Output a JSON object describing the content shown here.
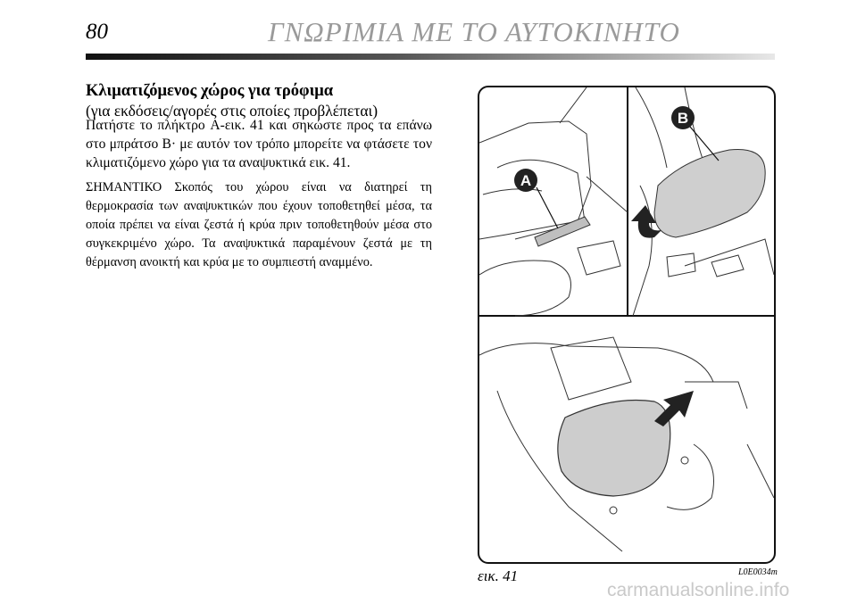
{
  "header": {
    "page_number": "80",
    "chapter_title": "ΓΝΩΡΙΜΙΑ ΜΕ ΤΟ ΑΥΤΟΚΙΝΗΤΟ"
  },
  "section": {
    "title": "Κλιματιζόμενος χώρος για τρόφιμα",
    "subtitle": "(για εκδόσεις/αγορές στις οποίες προβλέπεται)",
    "paragraph_1": "Πατήστε το πλήκτρο A-εικ. 41 και σηκώστε προς τα επάνω στο μπράτσο B· με αυτόν τον τρόπο μπορείτε να φτάσετε τον κλιματιζόμενο χώρο για τα αναψυκτικά εικ. 41.",
    "note_label": "ΣΗΜΑΝΤΙΚΟ",
    "note_text": "Σκοπός του χώρου είναι να διατηρεί τη θερμοκρασία των αναψυκτικών που έχουν τοποθετηθεί μέσα, τα οποία πρέπει να είναι ζεστά ή κρύα πριν τοποθετηθούν μέσα στο συγκεκριμένο χώρο. Τα αναψυκτικά παραμένουν ζεστά με τη θέρμανση ανοικτή και κρύα με το συμπιεστή αναμμένο."
  },
  "figure": {
    "callouts": {
      "a": "A",
      "b": "B"
    },
    "caption": "εικ. 41",
    "code": "L0E0034m"
  },
  "watermark": "carmanualsonline.info",
  "colors": {
    "header_title": "#9a9a9a",
    "callout_fill": "#222222",
    "watermark": "#c9c9c9"
  }
}
